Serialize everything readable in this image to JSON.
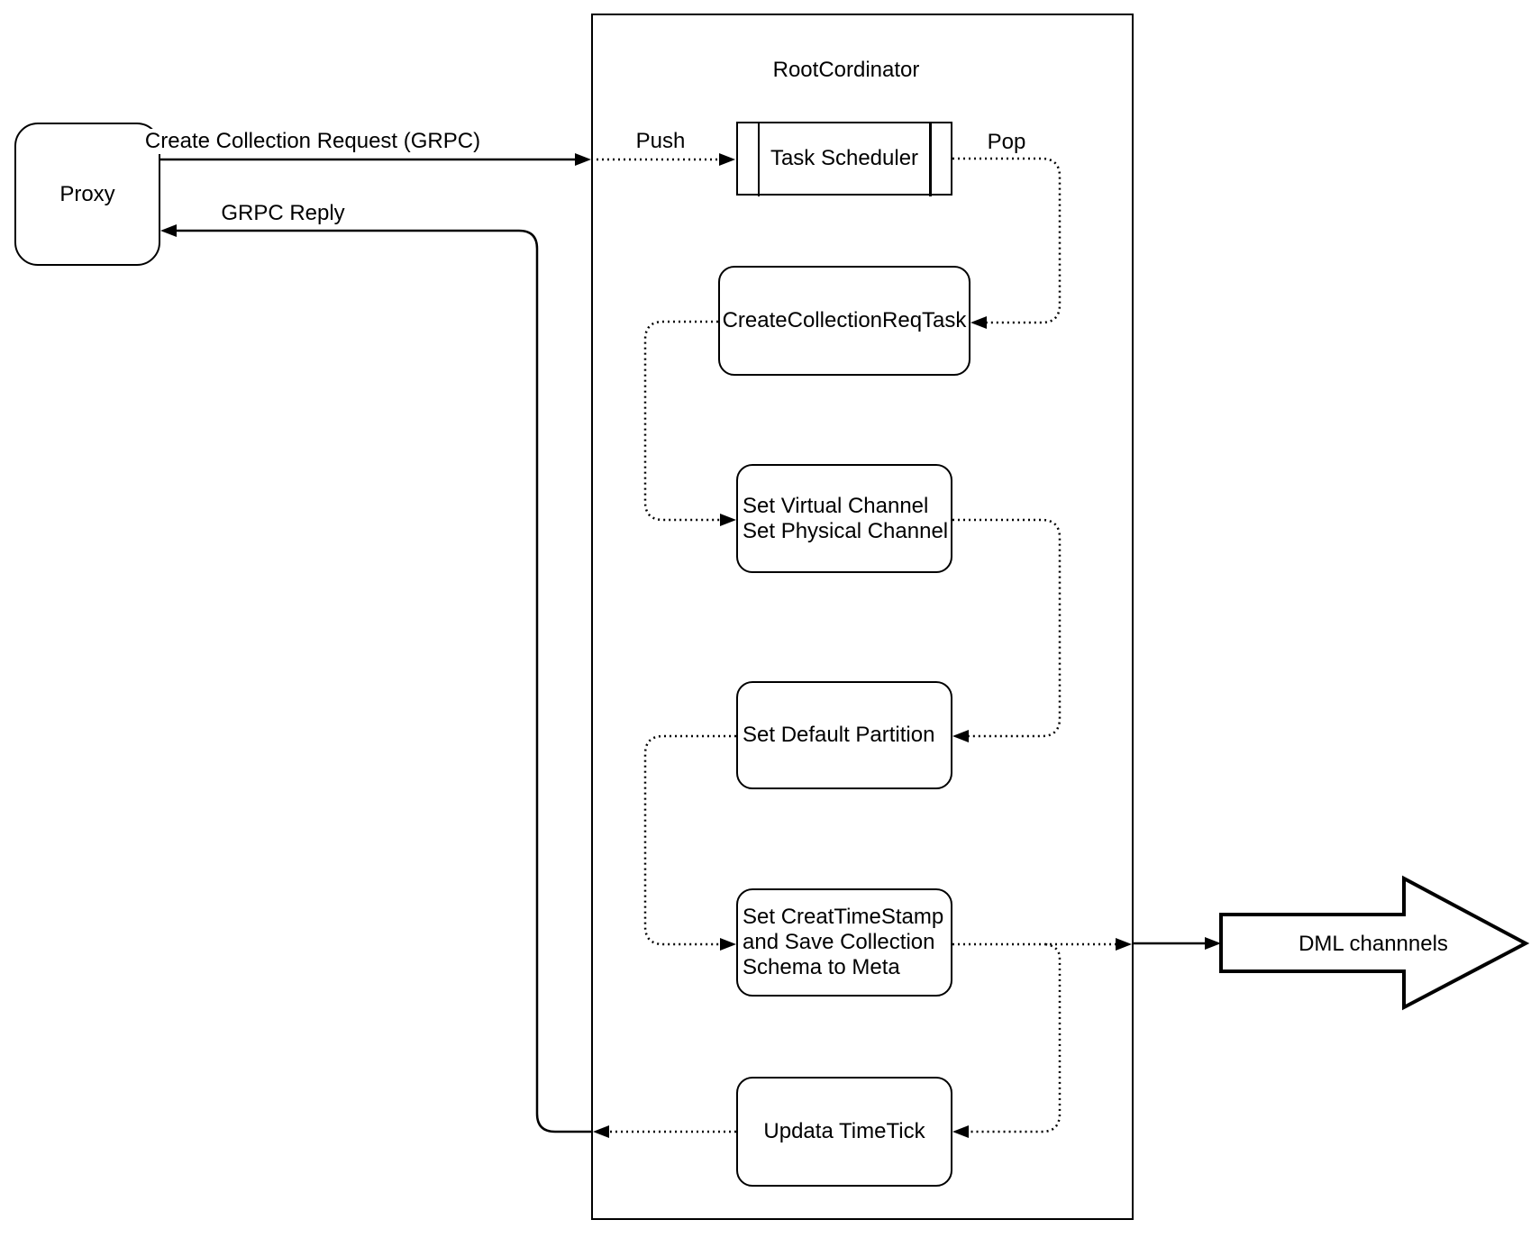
{
  "diagram": {
    "container_title": "RootCordinator",
    "nodes": {
      "proxy": "Proxy",
      "task_scheduler": "Task Scheduler",
      "create_collection_req_task": "CreateCollectionReqTask",
      "set_channels": {
        "line1": "Set Virtual Channel",
        "line2": "Set Physical Channel"
      },
      "set_default_partition": "Set Default Partition",
      "set_creat_timestamp": {
        "line1": "Set CreatTimeStamp",
        "line2": "and Save Collection",
        "line3": "Schema to Meta"
      },
      "updata_timetick": "Updata TimeTick",
      "dml_channels": "DML channnels"
    },
    "edge_labels": {
      "request": "Create Collection Request (GRPC)",
      "reply": "GRPC Reply",
      "push": "Push",
      "pop": "Pop"
    },
    "colors": {
      "stroke": "#000000",
      "background": "#ffffff"
    }
  }
}
